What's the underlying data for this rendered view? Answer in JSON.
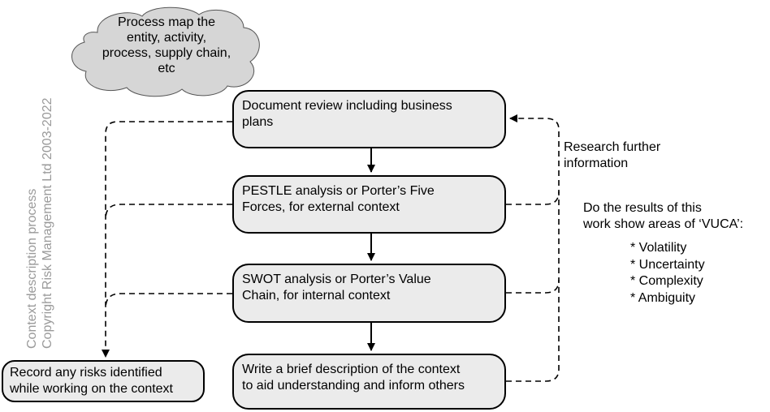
{
  "cloud": {
    "lines": [
      "Process map the",
      "entity, activity,",
      "process, supply chain,",
      "etc"
    ]
  },
  "watermark": {
    "lines": [
      "Context description process",
      "Copyright Risk Management Ltd 2003-2022"
    ]
  },
  "steps": [
    {
      "lines": [
        "Document review including business",
        "plans"
      ]
    },
    {
      "lines": [
        "PESTLE analysis or Porter’s Five",
        "Forces, for external context"
      ]
    },
    {
      "lines": [
        "SWOT analysis or Porter’s Value",
        "Chain, for internal  context"
      ]
    },
    {
      "lines": [
        "Write a brief description of the context",
        "to aid understanding and inform others"
      ]
    }
  ],
  "record_box": {
    "lines": [
      "Record any risks identified",
      "while working on the context"
    ]
  },
  "research_label": {
    "lines": [
      "Research further",
      "information"
    ]
  },
  "vuca": {
    "question": [
      "Do the results of this",
      "work show areas of ‘VUCA’:"
    ],
    "items": [
      "* Volatility",
      "* Uncertainty",
      "* Complexity",
      "* Ambiguity"
    ]
  }
}
